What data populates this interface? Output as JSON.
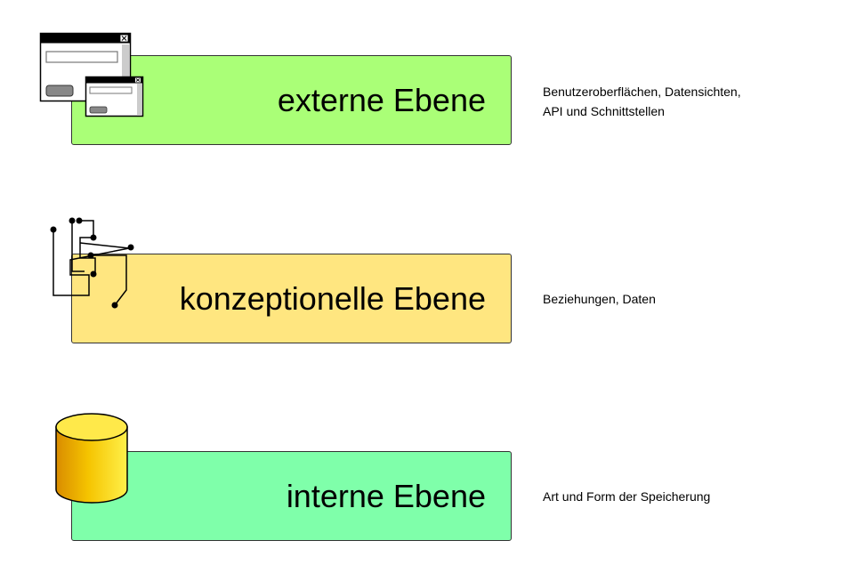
{
  "layers": [
    {
      "id": "external",
      "title": "externe Ebene",
      "description_lines": [
        "Benutzeroberflächen, Datensichten,",
        "API und Schnittstellen"
      ],
      "color": "#aaff77",
      "icon": "window-dialog-icon"
    },
    {
      "id": "conceptual",
      "title": "konzeptionelle Ebene",
      "description_lines": [
        "Beziehungen, Daten"
      ],
      "color": "#ffe680",
      "icon": "relationship-graph-icon"
    },
    {
      "id": "internal",
      "title": "interne Ebene",
      "description_lines": [
        "Art und Form der Speicherung"
      ],
      "color": "#7fffaa",
      "icon": "database-cylinder-icon"
    }
  ]
}
